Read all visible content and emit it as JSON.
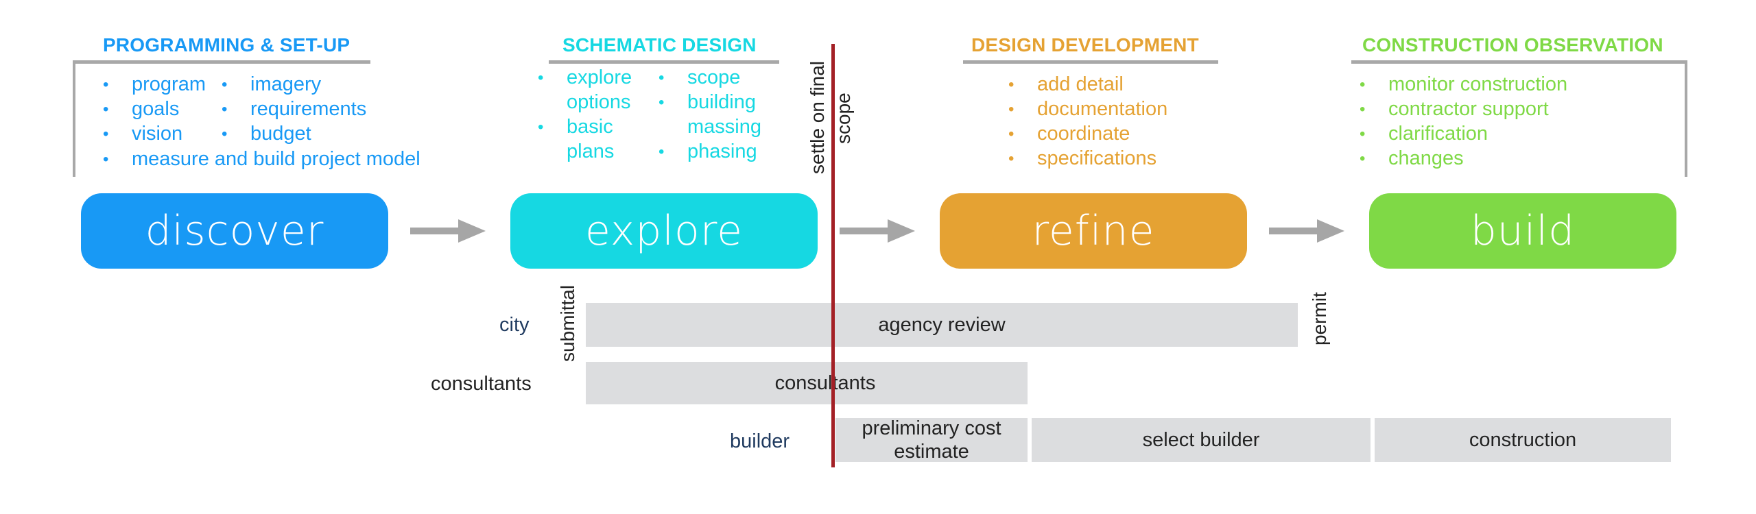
{
  "colors": {
    "discover": "#1899f5",
    "explore": "#16d8e2",
    "refine": "#e5a233",
    "build": "#7fd946",
    "bracket": "#a8a8a8",
    "bar": "#dcdddf",
    "red_line": "#a32026",
    "label_navy": "#1f3a5f",
    "arrow": "#a6a6a6"
  },
  "phases": [
    {
      "heading": "PROGRAMMING & SET-UP",
      "pill": "discover",
      "col1": [
        "program",
        "goals",
        "vision"
      ],
      "col2": [
        "imagery",
        "requirements",
        "budget"
      ],
      "extra": "measure and build project model"
    },
    {
      "heading": "SCHEMATIC DESIGN",
      "pill": "explore",
      "col1_line1": "explore",
      "col1_line2": "options",
      "col1_line3": "basic",
      "col1_line4": "plans",
      "col2_line1": "scope",
      "col2_line2": "building",
      "col2_line3": "massing",
      "col2_line4": "phasing"
    },
    {
      "heading": "DESIGN DEVELOPMENT",
      "pill": "refine",
      "items": [
        "add detail",
        "documentation",
        "coordinate",
        "specifications"
      ]
    },
    {
      "heading": "CONSTRUCTION OBSERVATION",
      "pill": "build",
      "items": [
        "monitor construction",
        "contractor support",
        "clarification",
        "changes"
      ]
    }
  ],
  "bullet": "•",
  "milestone": {
    "line1": "settle on final",
    "line2": "scope"
  },
  "vertical_labels": {
    "submittal": "submittal",
    "permit": "permit"
  },
  "rows": {
    "city": "city",
    "consultants": "consultants",
    "builder": "builder"
  },
  "bars": {
    "agency_review": "agency review",
    "consultants": "consultants",
    "preliminary_line1": "preliminary cost",
    "preliminary_line2": "estimate",
    "select_builder": "select builder",
    "construction": "construction"
  }
}
